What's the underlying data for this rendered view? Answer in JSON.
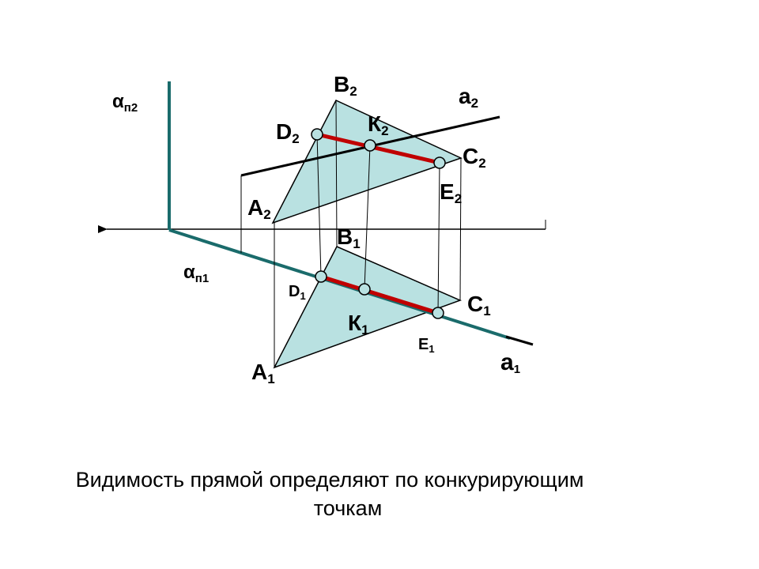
{
  "colors": {
    "triangle_fill": "#b9e1e1",
    "trace_line": "#1a6b6b",
    "visible_segment": "#c00000",
    "construction_line": "#000000",
    "point_fill": "#b9e1e1"
  },
  "labels": {
    "alpha_p2": {
      "main": "α",
      "sub": "п2"
    },
    "alpha_p1": {
      "main": "α",
      "sub": "п1"
    },
    "a2": {
      "main": "a",
      "sub": "2"
    },
    "a1": {
      "main": "a",
      "sub": "1"
    },
    "B2": {
      "main": "B",
      "sub": "2"
    },
    "A2": {
      "main": "A",
      "sub": "2"
    },
    "C2": {
      "main": "C",
      "sub": "2"
    },
    "D2": {
      "main": "D",
      "sub": "2"
    },
    "K2": {
      "main": "К",
      "sub": "2"
    },
    "E2": {
      "main": "E",
      "sub": "2"
    },
    "B1": {
      "main": "B",
      "sub": "1"
    },
    "A1": {
      "main": "A",
      "sub": "1"
    },
    "C1": {
      "main": "C",
      "sub": "1"
    },
    "D1": {
      "main": "D",
      "sub": "1"
    },
    "K1": {
      "main": "К",
      "sub": "1"
    },
    "E1": {
      "main": "E",
      "sub": "1"
    }
  },
  "caption": {
    "line1": "Видимость прямой определяют по конкурирующим",
    "line2": "точкам"
  }
}
